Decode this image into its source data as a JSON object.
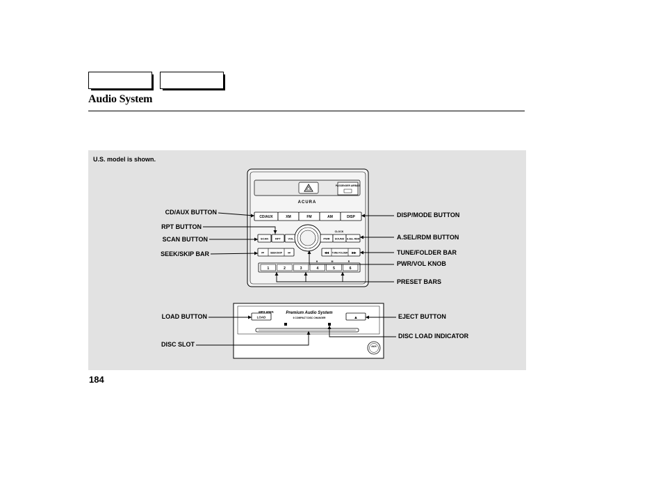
{
  "header": {
    "tabs": [
      "",
      ""
    ],
    "title": "Audio System"
  },
  "figure": {
    "caption": "U.S. model is shown.",
    "labels_left": {
      "cd_aux": "CD/AUX BUTTON",
      "rpt": "RPT BUTTON",
      "scan": "SCAN BUTTON",
      "seek_skip": "SEEK/SKIP BAR",
      "load": "LOAD BUTTON",
      "disc_slot": "DISC SLOT"
    },
    "labels_right": {
      "disp_mode": "DISP/MODE BUTTON",
      "asel_rdm": "A.SEL/RDM BUTTON",
      "tune_folder": "TUNE/FOLDER BAR",
      "pwr_vol": "PWR/VOL KNOB",
      "preset": "PRESET BARS",
      "eject": "EJECT BUTTON",
      "disc_load_indicator": "DISC LOAD INDICATOR"
    },
    "unit_text": {
      "brand": "ACURA",
      "passenger_airbag": "PASSENGER AIRBAG",
      "cd_aux_btn": "CD/AUX",
      "xm_btn": "XM",
      "fm_btn": "FM",
      "am_btn": "AM",
      "disp_btn": "DISP",
      "clock": "CLOCK",
      "scan_btn": "SCAN",
      "rpt_btn": "RPT",
      "vol_btn": "VOL",
      "pwr_btn": "PWR",
      "sound_btn": "SOUND",
      "asel_btn": "A.SEL RDM",
      "seek_btn": "SEEK/SKIP",
      "tune_btn": "TUNE FOLDER",
      "presets": [
        "1",
        "2",
        "3",
        "4",
        "5",
        "6"
      ],
      "mp3": "MP3 WMA",
      "premium": "Premium Audio System",
      "changer": "6 COMPACT DISC CHANGER",
      "load_btn": "LOAD",
      "eject_symbol": "▲",
      "aux": "AUX"
    }
  },
  "footer": {
    "page_number": "184"
  }
}
